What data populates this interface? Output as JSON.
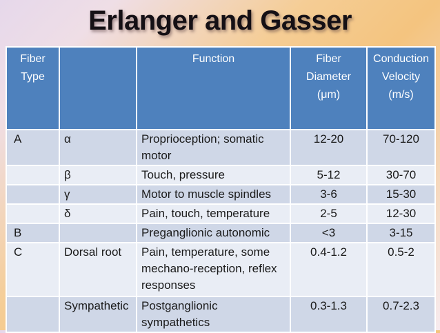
{
  "slide": {
    "title": "Erlanger and Gasser"
  },
  "table": {
    "headers": [
      "Fiber Type",
      "",
      "Function",
      "Fiber Diameter (μm)",
      "Conduction Velocity (m/s)"
    ],
    "rows": [
      {
        "type": "A",
        "subtype": "α",
        "function": "Proprioception; somatic motor",
        "diameter": "12-20",
        "velocity": "70-120"
      },
      {
        "type": "",
        "subtype": "β",
        "function": "Touch, pressure",
        "diameter": "5-12",
        "velocity": "30-70"
      },
      {
        "type": "",
        "subtype": "γ",
        "function": "Motor to muscle spindles",
        "diameter": "3-6",
        "velocity": "15-30"
      },
      {
        "type": "",
        "subtype": "δ",
        "function": "Pain, touch, temperature",
        "diameter": "2-5",
        "velocity": "12-30"
      },
      {
        "type": "B",
        "subtype": "",
        "function": "Preganglionic autonomic",
        "diameter": "<3",
        "velocity": "3-15"
      },
      {
        "type": "C",
        "subtype": "Dorsal root",
        "function": "Pain, temperature, some mechano-reception, reflex responses",
        "diameter": "0.4-1.2",
        "velocity": "0.5-2"
      },
      {
        "type": "",
        "subtype": "Sympathetic",
        "function": "Postganglionic sympathetics",
        "diameter": "0.3-1.3",
        "velocity": "0.7-2.3"
      }
    ]
  },
  "colors": {
    "header_bg": "#4E81BD",
    "header_text": "#FFFFFF",
    "band_dark": "#CFD7E7",
    "band_light": "#E9EDF5",
    "body_text": "#1A1A1A",
    "title_text": "#151015"
  }
}
